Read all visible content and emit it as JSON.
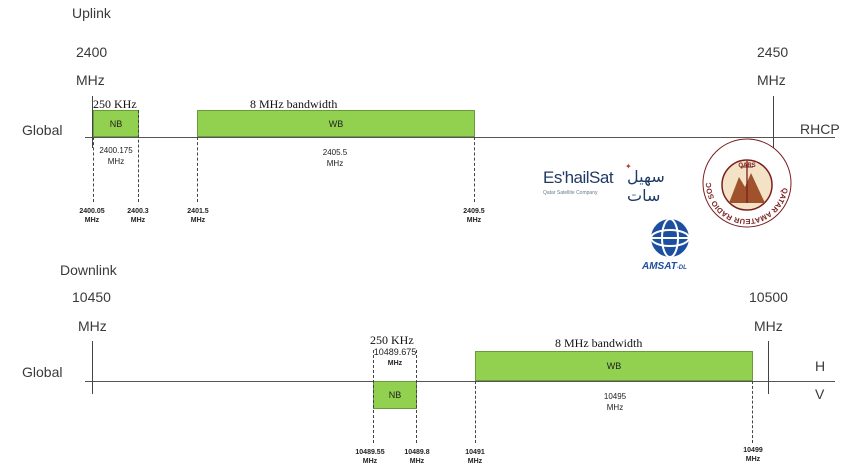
{
  "uplink": {
    "title": "Uplink",
    "left_freq": "2400",
    "left_unit": "MHz",
    "right_freq": "2450",
    "right_unit": "MHz",
    "axis_label": "Global",
    "polarization": "RHCP",
    "nb": {
      "label": "NB",
      "width_label": "250 KHz",
      "center": "2400.175",
      "center_unit": "MHz",
      "start": "2400.05",
      "start_unit": "MHz",
      "end": "2400.3",
      "end_unit": "MHz"
    },
    "wb": {
      "label": "WB",
      "width_label": "8 MHz bandwidth",
      "center": "2405.5",
      "center_unit": "MHz",
      "start": "2401.5",
      "start_unit": "MHz",
      "end": "2409.5",
      "end_unit": "MHz"
    }
  },
  "downlink": {
    "title": "Downlink",
    "left_freq": "10450",
    "left_unit": "MHz",
    "right_freq": "10500",
    "right_unit": "MHz",
    "axis_label": "Global",
    "polarization_top": "H",
    "polarization_bottom": "V",
    "nb": {
      "label": "NB",
      "width_label": "250 KHz",
      "center": "10489.675",
      "center_unit": "MHz",
      "start": "10489.55",
      "start_unit": "MHz",
      "end": "10489.8",
      "end_unit": "MHz"
    },
    "wb": {
      "label": "WB",
      "width_label": "8 MHz bandwidth",
      "center": "10495",
      "center_unit": "MHz",
      "start": "10491",
      "start_unit": "MHz",
      "end": "10499",
      "end_unit": "MHz"
    }
  },
  "logos": {
    "eshailsat_text": "Es'hailSat",
    "eshailsat_arabic": "سهيل سات",
    "eshailsat_sub": "Qatar Satellite Company",
    "amsat_text": "AMSAT",
    "amsat_suffix": "-DL",
    "qars_ring": "QATAR AMATEUR RADIO SOCIETY",
    "qars_inner": "QARS"
  },
  "colors": {
    "band_fill": "#92d050",
    "band_border": "#6a9a3a",
    "eshail_blue": "#1f3a64",
    "eshail_red": "#c0392b",
    "amsat_blue": "#1d4fa0",
    "qars_maroon": "#7a1f1f"
  }
}
